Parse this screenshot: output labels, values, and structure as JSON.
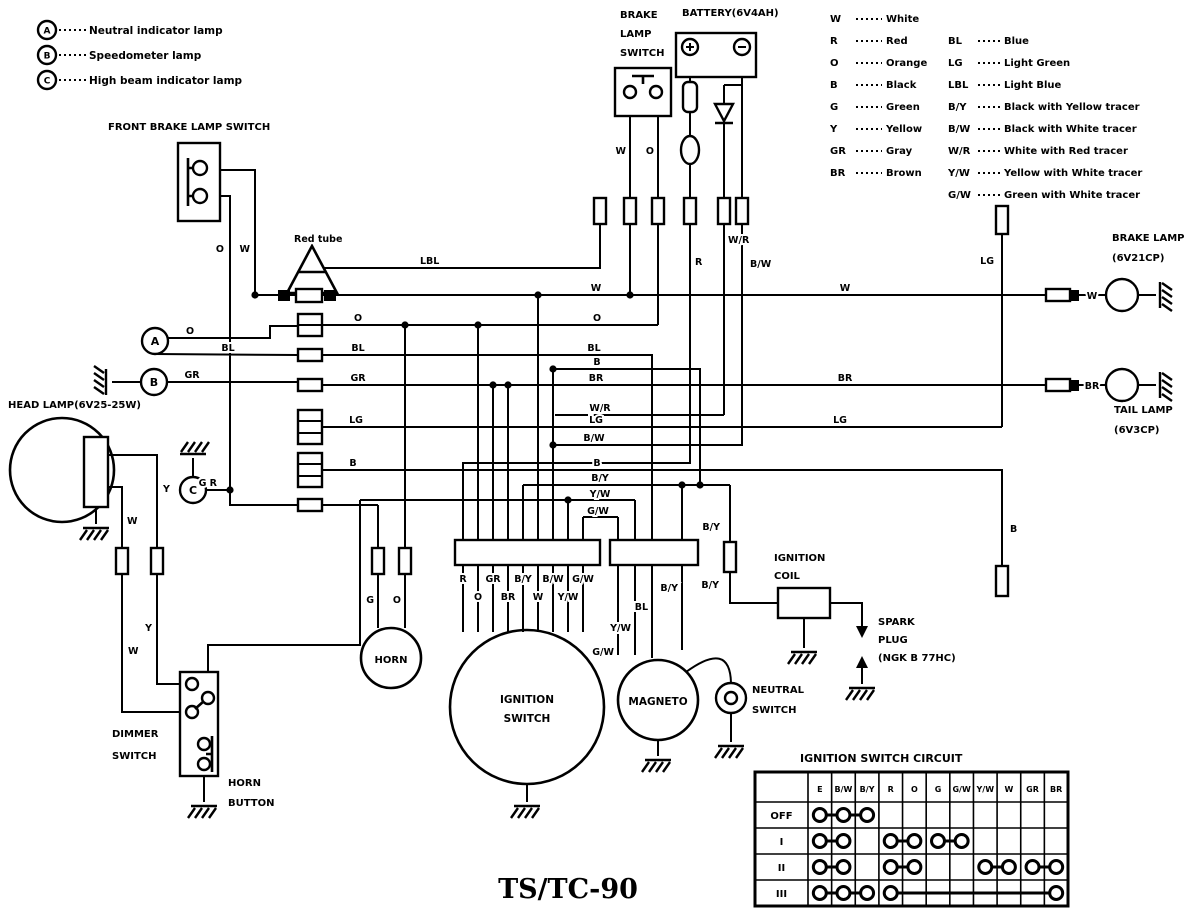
{
  "title": "TS/TC-90",
  "indicator_legend": [
    {
      "symbol": "A",
      "label": "Neutral indicator lamp"
    },
    {
      "symbol": "B",
      "label": "Speedometer lamp"
    },
    {
      "symbol": "C",
      "label": "High beam indicator lamp"
    }
  ],
  "color_legend_left": [
    {
      "code": "W",
      "name": "White"
    },
    {
      "code": "R",
      "name": "Red"
    },
    {
      "code": "O",
      "name": "Orange"
    },
    {
      "code": "B",
      "name": "Black"
    },
    {
      "code": "G",
      "name": "Green"
    },
    {
      "code": "Y",
      "name": "Yellow"
    },
    {
      "code": "GR",
      "name": "Gray"
    },
    {
      "code": "BR",
      "name": "Brown"
    }
  ],
  "color_legend_right": [
    {
      "code": "BL",
      "name": "Blue"
    },
    {
      "code": "LG",
      "name": "Light Green"
    },
    {
      "code": "LBL",
      "name": "Light Blue"
    },
    {
      "code": "B/Y",
      "name": "Black with Yellow tracer"
    },
    {
      "code": "B/W",
      "name": "Black with White tracer"
    },
    {
      "code": "W/R",
      "name": "White with Red tracer"
    },
    {
      "code": "Y/W",
      "name": "Yellow with White tracer"
    },
    {
      "code": "G/W",
      "name": "Green with White tracer"
    }
  ],
  "components": {
    "front_brake_lamp_switch": "FRONT BRAKE LAMP SWITCH",
    "brake_switch_l1": "BRAKE",
    "brake_switch_l2": "LAMP",
    "brake_switch_l3": "SWITCH",
    "battery": "BATTERY(6V4AH)",
    "red_tube": "Red tube",
    "head_lamp": "HEAD LAMP(6V25-25W)",
    "dimmer_l1": "DIMMER",
    "dimmer_l2": "SWITCH",
    "horn_button_l1": "HORN",
    "horn_button_l2": "BUTTON",
    "horn": "HORN",
    "ignition_switch_l1": "IGNITION",
    "ignition_switch_l2": "SWITCH",
    "magneto": "MAGNETO",
    "neutral_l1": "NEUTRAL",
    "neutral_l2": "SWITCH",
    "coil_l1": "IGNITION",
    "coil_l2": "COIL",
    "spark_l1": "SPARK",
    "spark_l2": "PLUG",
    "spark_l3": "(NGK B 77HC)",
    "brake_lamp_l1": "BRAKE LAMP",
    "brake_lamp_l2": "(6V21CP)",
    "tail_lamp_l1": "TAIL LAMP",
    "tail_lamp_l2": "(6V3CP)"
  },
  "codes": {
    "W": "W",
    "R": "R",
    "O": "O",
    "B": "B",
    "G": "G",
    "Y": "Y",
    "GR": "GR",
    "BR": "BR",
    "BL": "BL",
    "LG": "LG",
    "LBL": "LBL",
    "BY": "B/Y",
    "BW": "B/W",
    "WR": "W/R",
    "YW": "Y/W",
    "GW": "G/W",
    "GR_SP": "G R"
  },
  "switch_table": {
    "title": "IGNITION SWITCH CIRCUIT",
    "columns": [
      "E",
      "B/W",
      "B/Y",
      "R",
      "O",
      "G",
      "G/W",
      "Y/W",
      "W",
      "GR",
      "BR"
    ],
    "rows": [
      {
        "label": "OFF",
        "groups": [
          {
            "span": [
              0,
              2
            ],
            "dots": [
              0,
              1,
              2
            ]
          }
        ]
      },
      {
        "label": "I",
        "groups": [
          {
            "span": [
              0,
              1
            ],
            "dots": [
              0,
              1
            ]
          },
          {
            "span": [
              3,
              4
            ],
            "dots": [
              3,
              4
            ]
          },
          {
            "span": [
              5,
              6
            ],
            "dots": [
              5,
              6
            ]
          }
        ]
      },
      {
        "label": "II",
        "groups": [
          {
            "span": [
              0,
              1
            ],
            "dots": [
              0,
              1
            ]
          },
          {
            "span": [
              3,
              4
            ],
            "dots": [
              3,
              4
            ]
          },
          {
            "span": [
              7,
              8
            ],
            "dots": [
              7,
              8
            ]
          },
          {
            "span": [
              9,
              10
            ],
            "dots": [
              9,
              10
            ]
          }
        ]
      },
      {
        "label": "III",
        "groups": [
          {
            "span": [
              0,
              2
            ],
            "dots": [
              0,
              1,
              2
            ]
          },
          {
            "span": [
              3,
              10
            ],
            "dots": [
              3,
              10
            ]
          }
        ]
      }
    ]
  }
}
